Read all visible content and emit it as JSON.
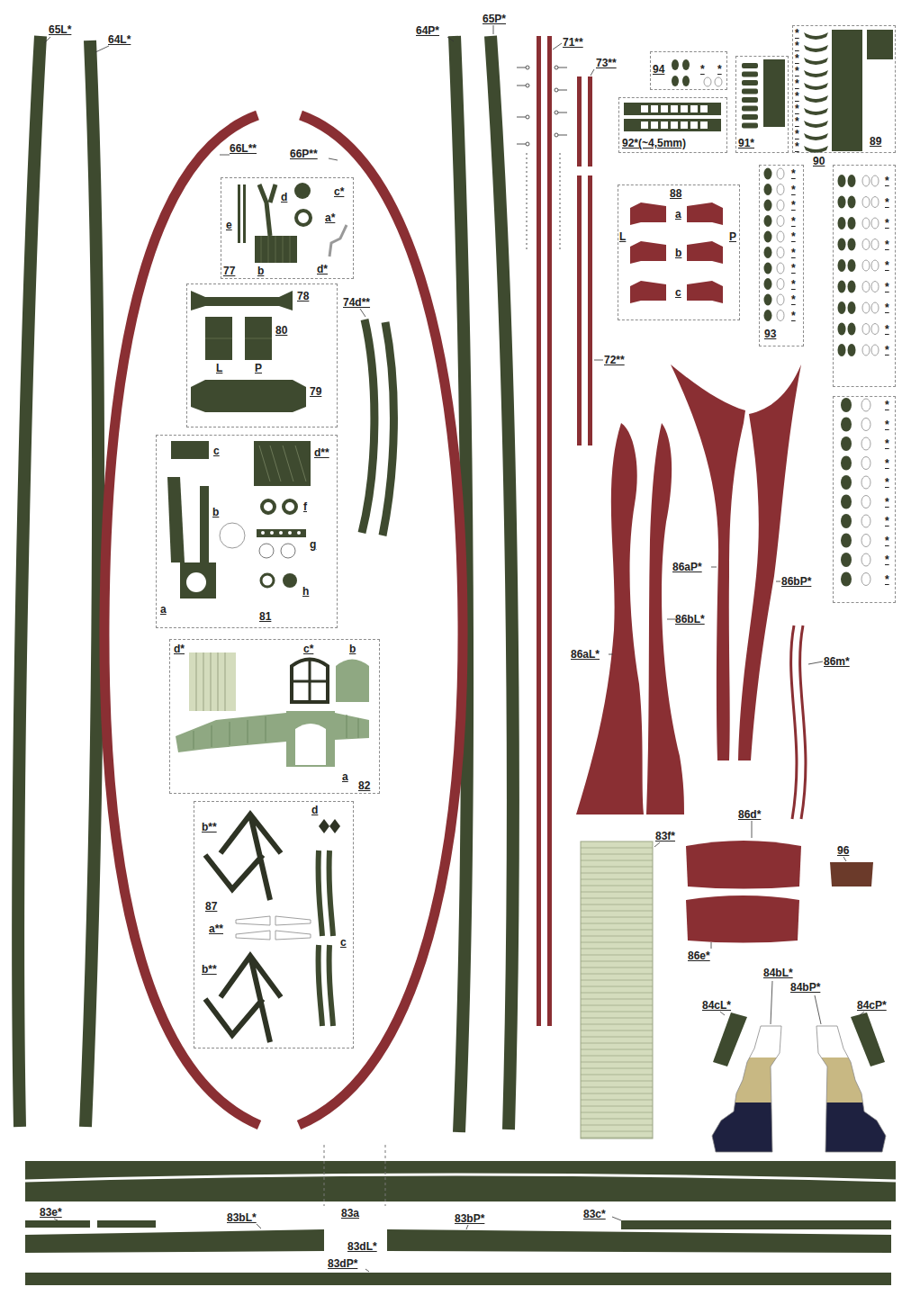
{
  "diagram": {
    "nodes": [
      {
        "text": [
          "94",
          "*",
          "*"
        ]
      },
      {
        "text": [
          "92*(~4,5mm)"
        ]
      },
      {
        "text": [
          "91*"
        ]
      },
      {
        "text": [
          "89",
          "*",
          "*",
          "*",
          "*",
          "*",
          "*",
          "*",
          "*",
          "*",
          "*"
        ]
      },
      {
        "text": [
          "77",
          "e",
          "d",
          "c*",
          "a*",
          "b",
          "d*"
        ]
      },
      {
        "text": [
          "78",
          "80",
          "L",
          "P",
          "79"
        ]
      },
      {
        "text": [
          "88",
          "a",
          "b",
          "c",
          "L",
          "P"
        ]
      },
      {
        "text": [
          "93",
          "*",
          "*",
          "*",
          "*",
          "*",
          "*",
          "*",
          "*",
          "*",
          "*"
        ]
      },
      {
        "text": [
          "90",
          "*",
          "*",
          "*",
          "*",
          "*",
          "*",
          "*",
          "*",
          "*"
        ]
      },
      {
        "text": [
          "c",
          "d**",
          "b",
          "f",
          "g",
          "a",
          "h",
          "81"
        ]
      },
      {
        "text": [
          "*",
          "*",
          "*",
          "*",
          "*",
          "*",
          "*",
          "*",
          "*",
          "*"
        ]
      },
      {
        "text": [
          "d*",
          "c*",
          "b",
          "a",
          "82"
        ]
      },
      {
        "text": [
          "d",
          "b**",
          "87",
          "a**",
          "c",
          "b**"
        ]
      }
    ],
    "labels": [
      "65L*",
      "64L*",
      "64P*",
      "65P*",
      "71**",
      "73**",
      "66L**",
      "66P**",
      "74d**",
      "72**",
      "86aP*",
      "86bP*",
      "86bL*",
      "86aL*",
      "86m*",
      "83f*",
      "86d*",
      "86e*",
      "96",
      "84bL*",
      "84bP*",
      "84cL*",
      "84cP*",
      "83a",
      "83e*",
      "83bL*",
      "83bP*",
      "83c*",
      "83dL*",
      "83dP*"
    ]
  }
}
